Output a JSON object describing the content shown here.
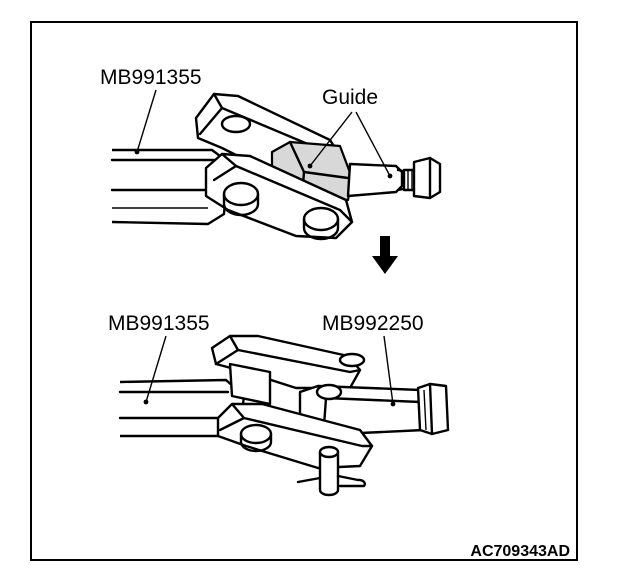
{
  "labels": {
    "top_tool": "MB991355",
    "guide": "Guide",
    "bottom_tool": "MB991355",
    "bottom_tool2": "MB992250",
    "figure_code": "AC709343AD"
  },
  "colors": {
    "ink": "#000000",
    "shade": "#d8d8d8",
    "paper": "#ffffff"
  }
}
